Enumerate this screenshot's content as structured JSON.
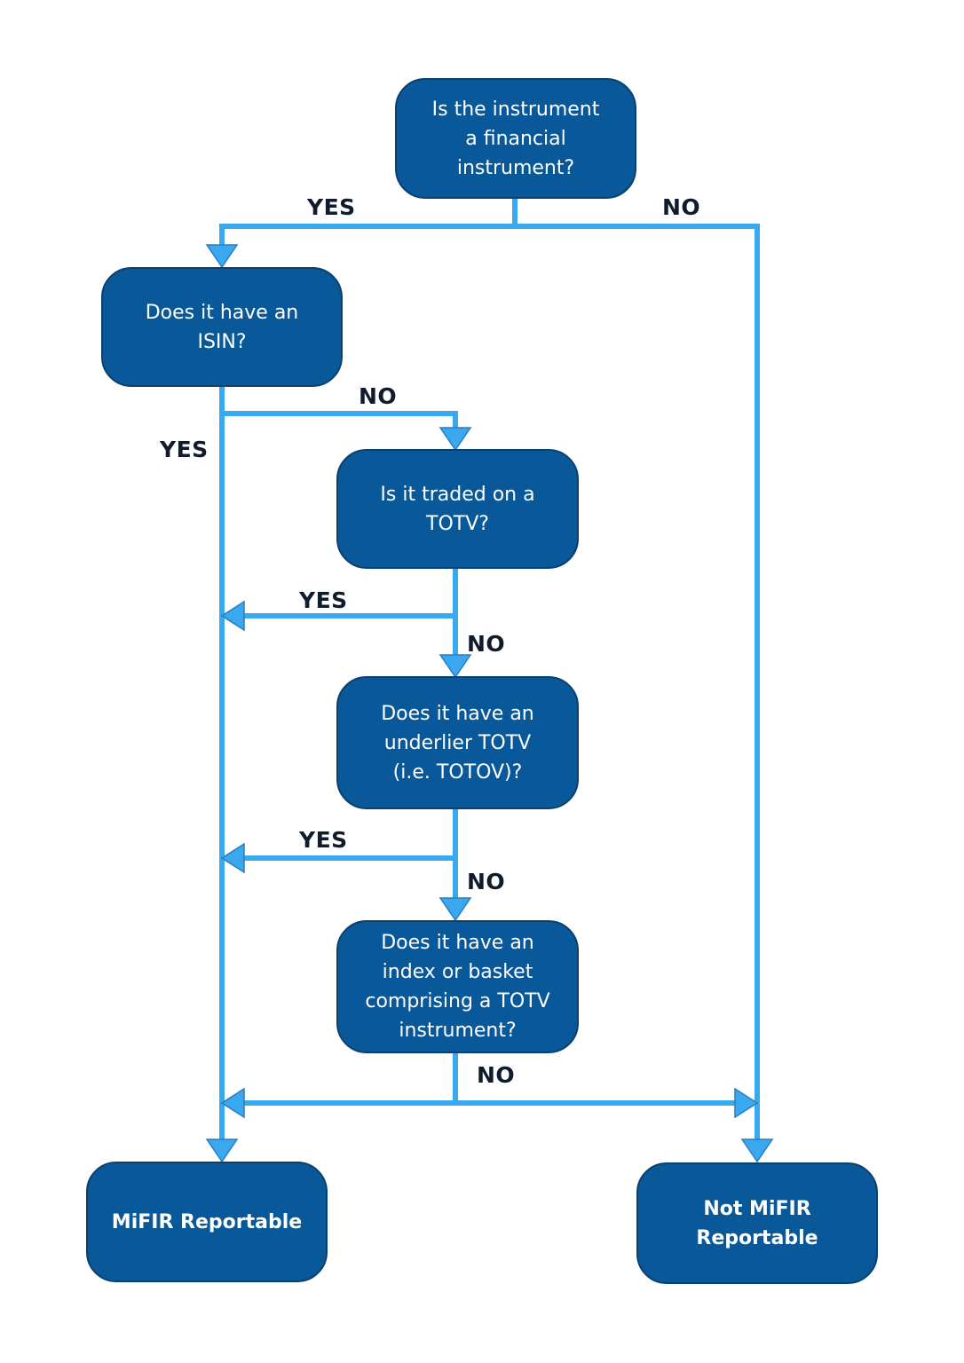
{
  "colors": {
    "node_fill": "#08589a",
    "node_border": "#0b3f6e",
    "connector": "#3aa8ee",
    "node_text": "#ffffff",
    "label_text": "#101c2c"
  },
  "nodes": {
    "financial_instrument": "Is the instrument\na financial\ninstrument?",
    "isin": "Does it have an\nISIN?",
    "totv": "Is it traded on a\nTOTV?",
    "totov": "Does it have an\nunderlier TOTV\n(i.e. TOTOV)?",
    "index_basket": "Does it have an\nindex or basket\ncomprising a TOTV\ninstrument?",
    "reportable": "MiFIR Reportable",
    "not_reportable": "Not MiFIR\nReportable"
  },
  "labels": {
    "yes_1": "YES",
    "no_1": "NO",
    "no_2": "NO",
    "yes_2": "YES",
    "yes_3": "YES",
    "no_3": "NO",
    "yes_4": "YES",
    "no_4": "NO",
    "no_5": "NO"
  }
}
